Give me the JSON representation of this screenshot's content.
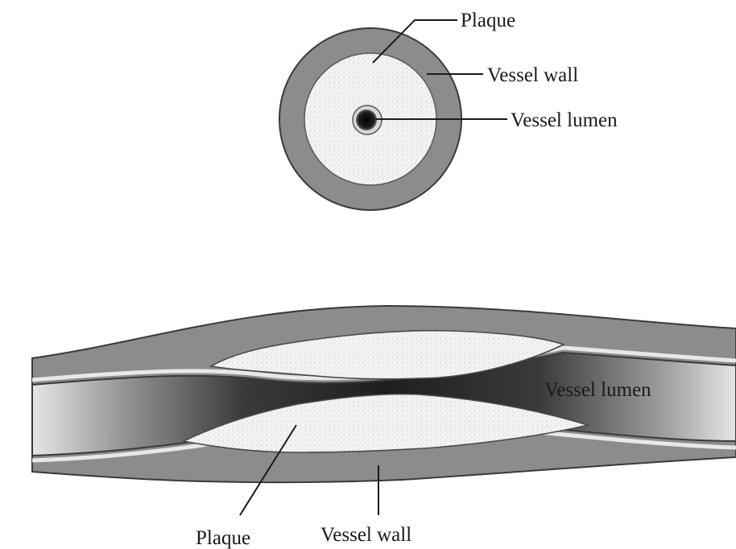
{
  "cross_section": {
    "label_plaque": "Plaque",
    "label_wall": "Vessel wall",
    "label_lumen": "Vessel lumen"
  },
  "longitudinal": {
    "label_lumen": "Vessel lumen",
    "label_plaque": "Plaque",
    "label_wall": "Vessel wall"
  },
  "colors": {
    "vessel_wall": "#8c8c8c",
    "plaque": "#f2f2f2",
    "lumen_dark": "#1e1e1e",
    "lumen_light": "#e6e6e6",
    "line": "#1a1a1a"
  }
}
